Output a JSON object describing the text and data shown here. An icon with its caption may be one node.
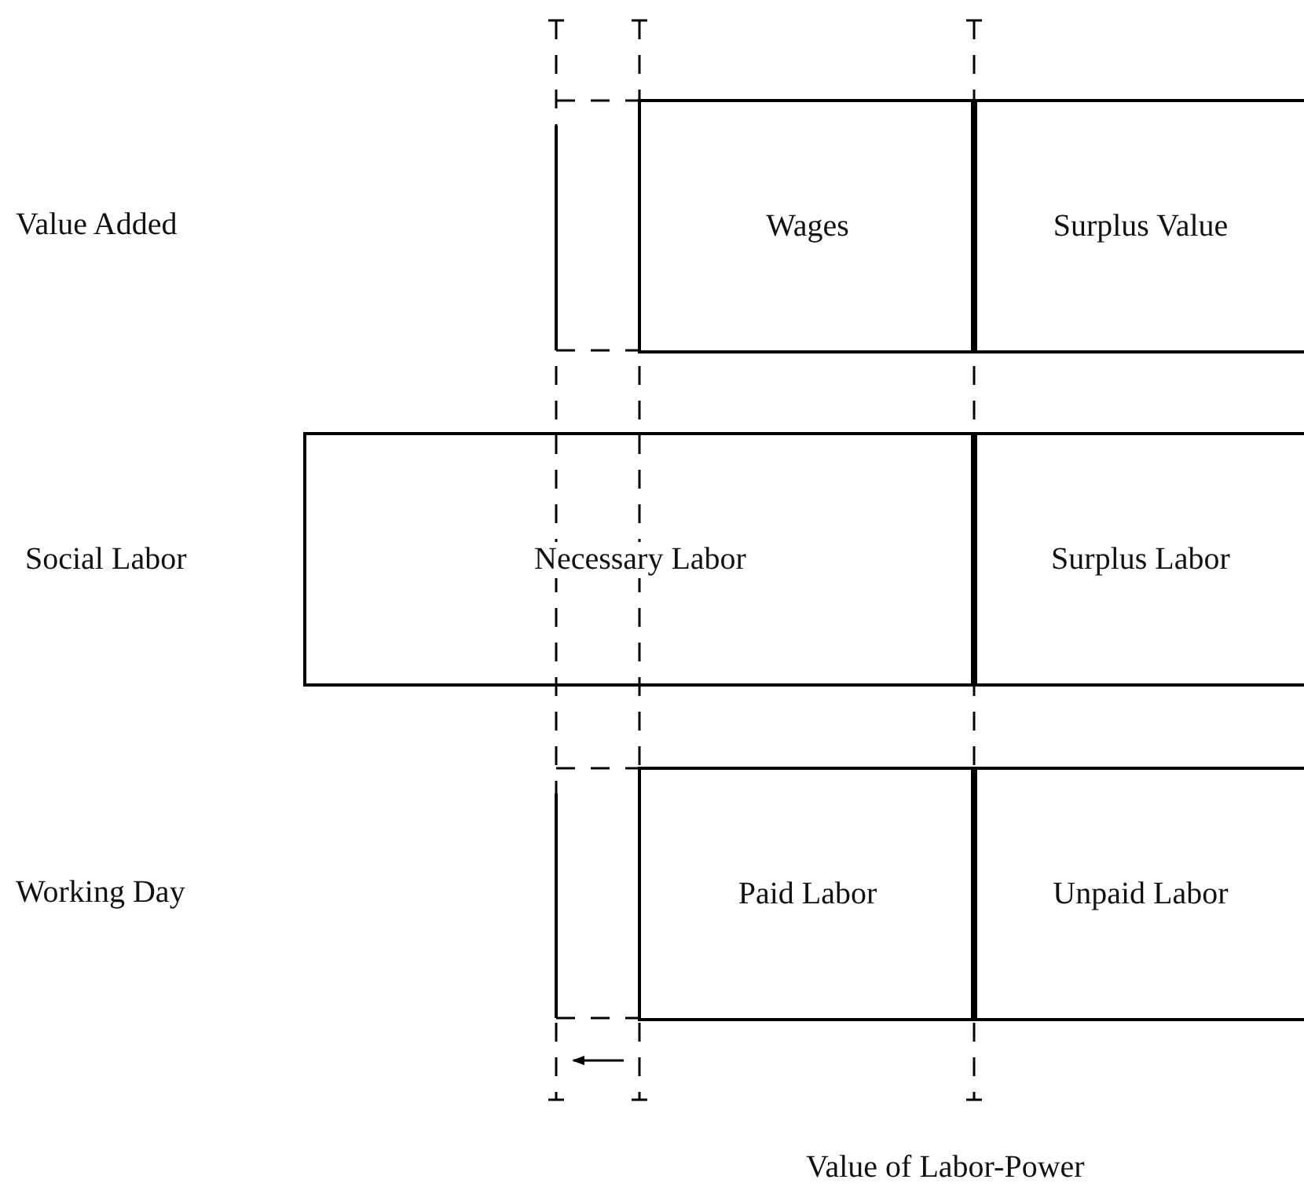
{
  "diagram": {
    "nodes": [
      {
        "text": [
          "Wages"
        ]
      },
      {
        "text": [
          "Surplus Value"
        ]
      },
      {
        "text": [
          "Necessary Labor"
        ]
      },
      {
        "text": [
          "Surplus Labor"
        ]
      },
      {
        "text": [
          "Paid Labor"
        ]
      },
      {
        "text": [
          "Unpaid Labor"
        ]
      }
    ],
    "labels": [
      "Value Added",
      "Social Labor",
      "Working Day",
      "Value of Labor-Power"
    ]
  }
}
